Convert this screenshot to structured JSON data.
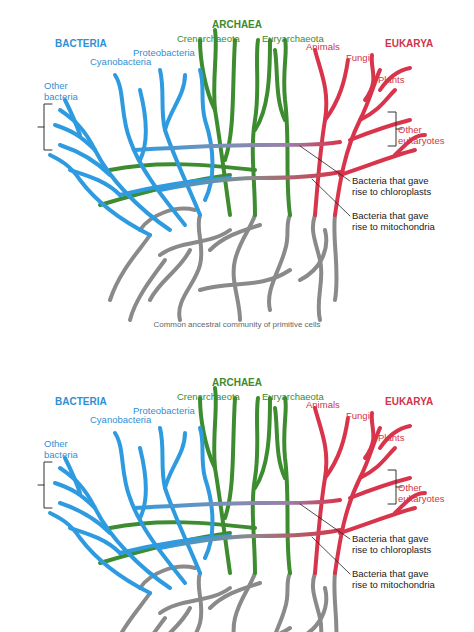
{
  "diagram": {
    "labels": [
      "ARCHAEA",
      "Crenarchaeota",
      "Euryarchaeota",
      "BACTERIA",
      "EUKARYA",
      "Proteobacteria",
      "Animals",
      "Fungi",
      "Cyanobacteria",
      "Plants",
      "Other bacteria",
      "Other eukaryotes",
      "Bacteria that gave rise to chloroplasts",
      "Bacteria that gave rise to mitochondria",
      "Common ancestral community of primitive cells",
      "ARCHAEA",
      "Crenarchaeota",
      "Euryarchaeota",
      "BACTERIA",
      "EUKARYA",
      "Proteobacteria",
      "Animals",
      "Fungi",
      "Cyanobacteria",
      "Plants",
      "Other bacteria",
      "Other eukaryotes",
      "Bacteria that gave rise to chloroplasts",
      "Bacteria that gave rise to mitochondria"
    ]
  }
}
